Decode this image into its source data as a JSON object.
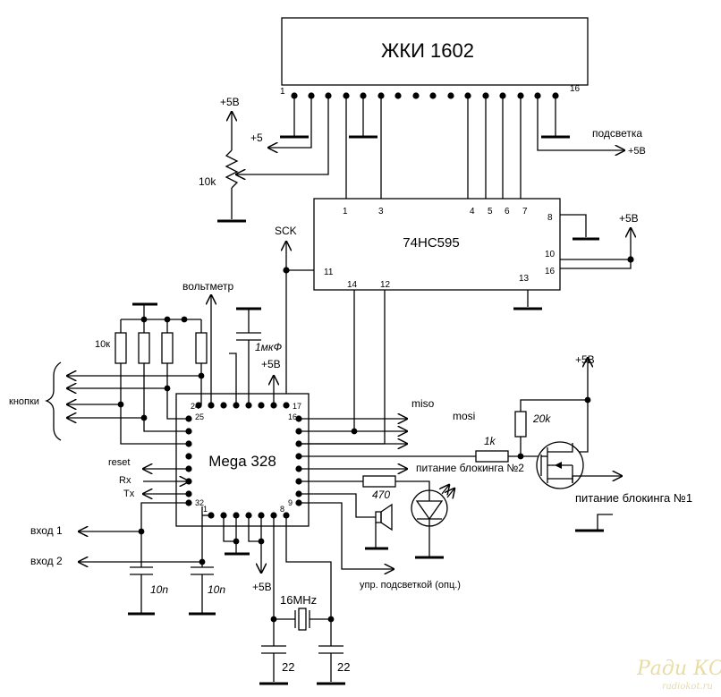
{
  "lcd": {
    "title": "ЖКИ 1602",
    "pin_first": "1",
    "pin_last": "16"
  },
  "shift_register": {
    "title": "74HC595",
    "pins": [
      "1",
      "3",
      "4",
      "5",
      "6",
      "7",
      "8",
      "10",
      "16",
      "11",
      "14",
      "12",
      "13"
    ]
  },
  "mcu": {
    "title": "Mega 328",
    "pins": [
      "24",
      "17",
      "25",
      "16",
      "32",
      "1",
      "8",
      "9"
    ]
  },
  "labels": {
    "plus5v_pot": "+5В",
    "plus5_lcd": "+5",
    "pot_value": "10k",
    "backlight": "подсветка",
    "backlight_5v": "+5В",
    "sck": "SCK",
    "plus5v_sr": "+5В",
    "voltmeter": "вольтметр",
    "cap_1uf": "1мкФ",
    "plus5v_mcu_top": "+5В",
    "r_buttons": "10к",
    "buttons": "кнопки",
    "miso": "miso",
    "mosi": "mosi",
    "plus5v_mosfet": "+5В",
    "r_20k": "20k",
    "r_1k": "1k",
    "power_block2": "питание блокинга №2",
    "power_block1": "питание блокинга №1",
    "r_470": "470",
    "reset": "reset",
    "rx": "Rx",
    "tx": "Tx",
    "input1": "вход 1",
    "input2": "вход 2",
    "cap_10n_1": "10n",
    "cap_10n_2": "10n",
    "plus5v_mcu_bottom": "+5В",
    "crystal": "16MHz",
    "cap_22_1": "22",
    "cap_22_2": "22",
    "backlight_ctrl": "упр. подсветкой (опц.)"
  },
  "watermark": {
    "line1": "Ради КОТ",
    "line2": "radiokot.ru"
  }
}
